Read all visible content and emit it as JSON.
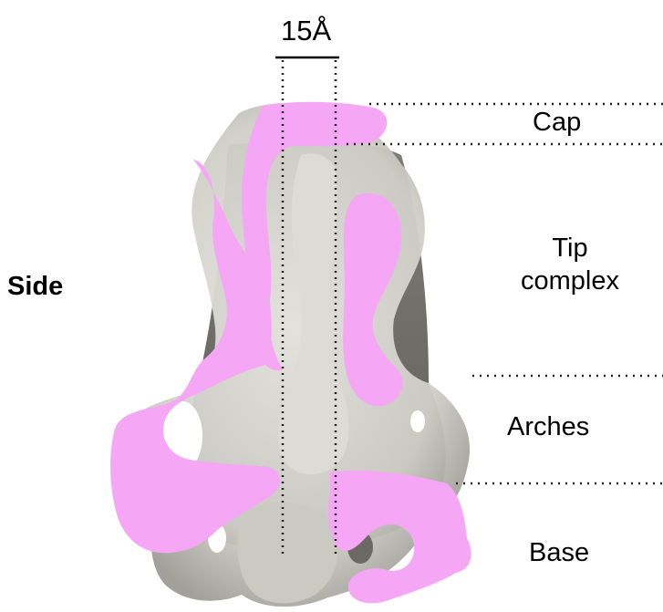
{
  "labels": {
    "side": "Side",
    "scale_bar": "15Å",
    "regions": {
      "cap": "Cap",
      "tip_line1": "Tip",
      "tip_line2": "complex",
      "arches": "Arches",
      "base": "Base"
    }
  },
  "colors": {
    "density_surface": "#d9d8d2",
    "density_shadow": "#8f8f88",
    "highlight": "#f5a6f5",
    "dotted_guide": "#222222"
  }
}
